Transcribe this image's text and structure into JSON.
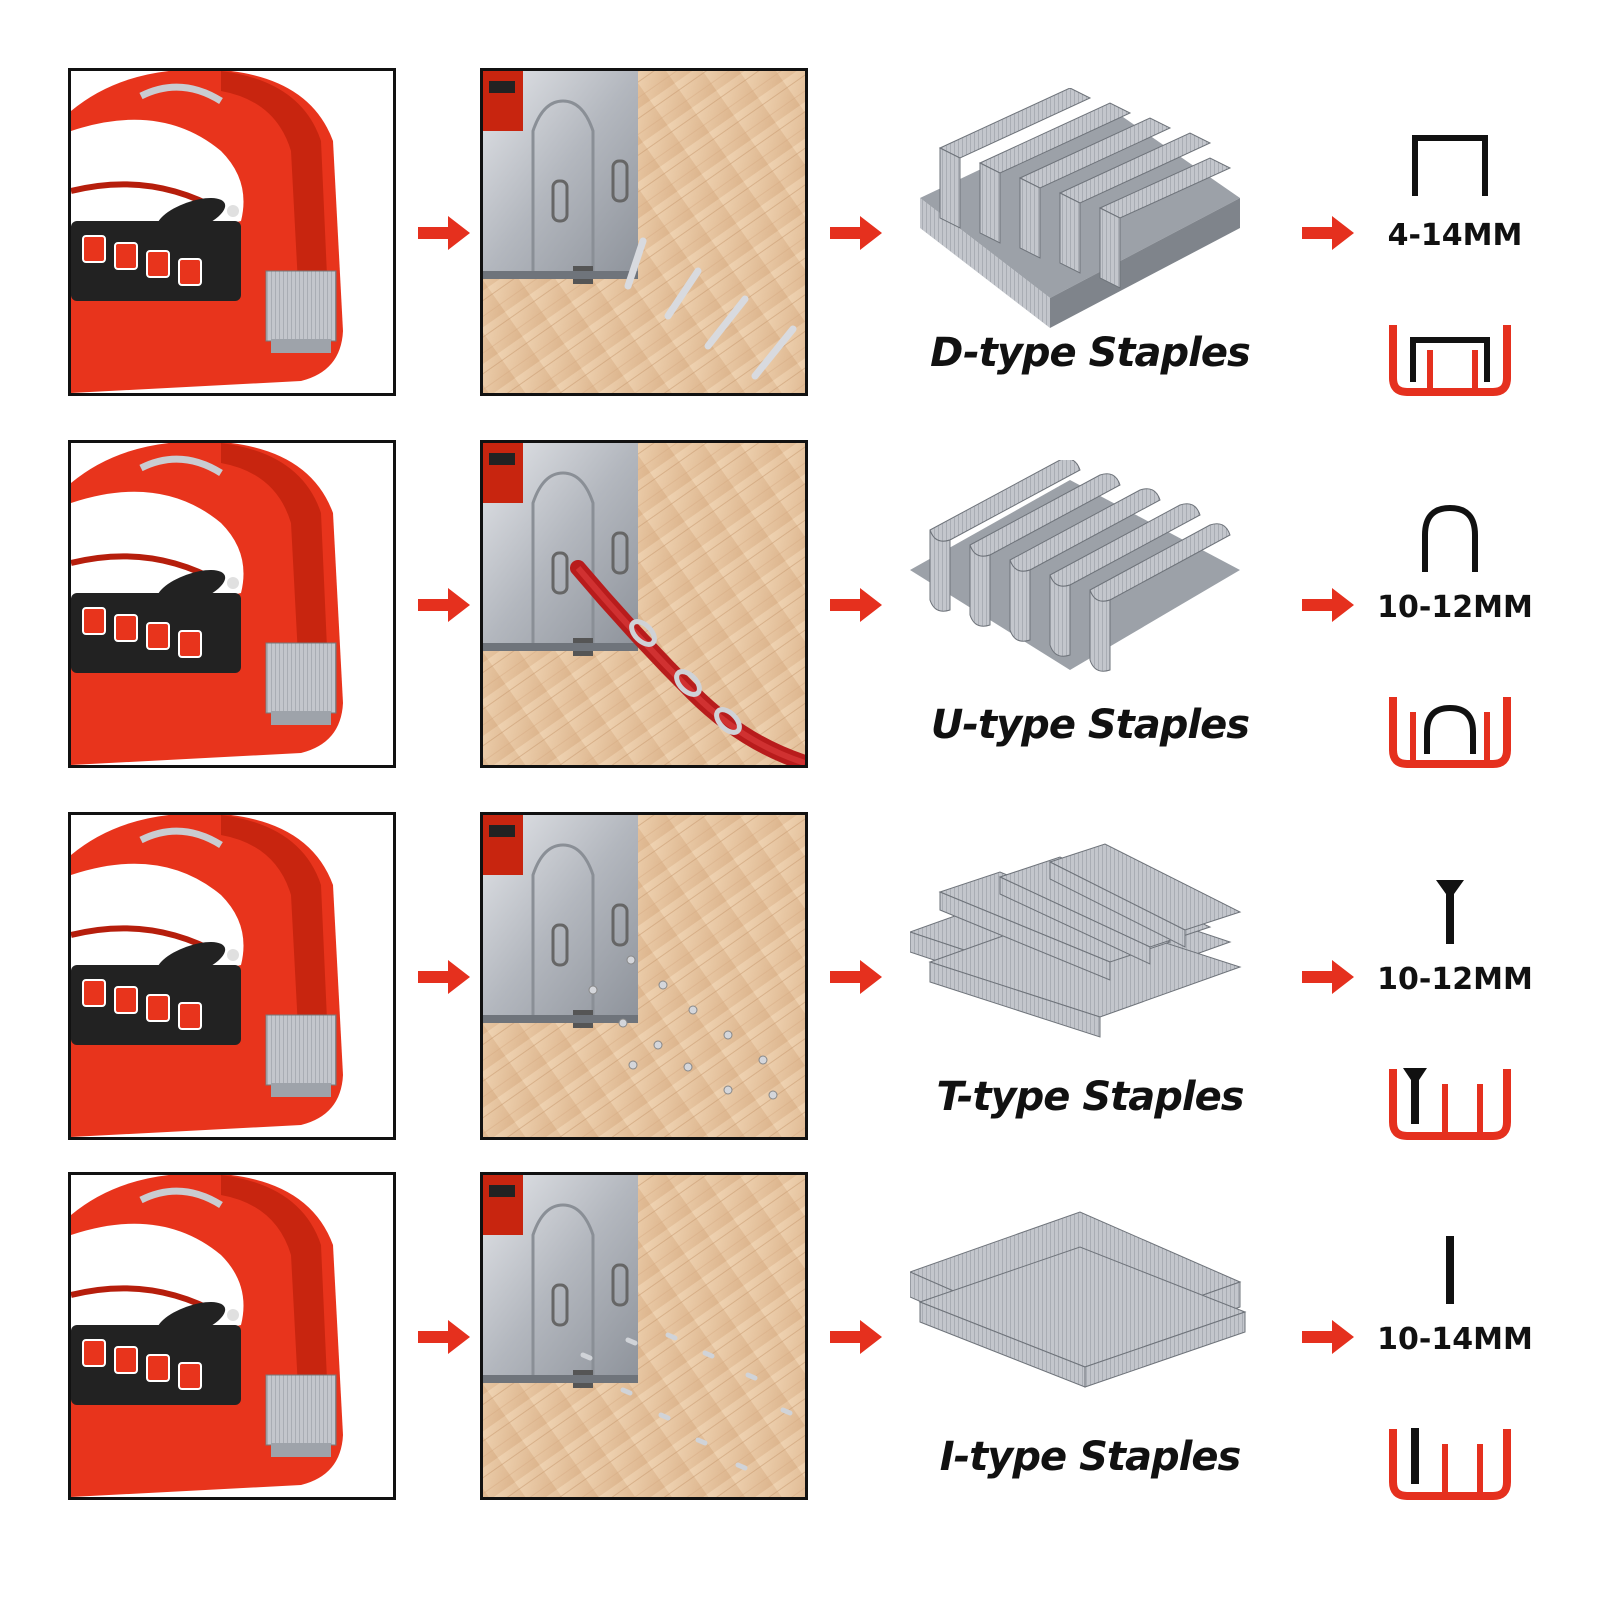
{
  "colors": {
    "accent_red": "#e5301e",
    "stapler_red": "#e8341c",
    "metal": "#b9bcc2",
    "wood": "#e6c4a0",
    "ink": "#111111"
  },
  "rows": [
    {
      "type_label": "D-type Staples",
      "size_label": "4-14MM",
      "staple_shape": "d-staple-icon",
      "mount_icon": "d-staple-mount-icon"
    },
    {
      "type_label": "U-type Staples",
      "size_label": "10-12MM",
      "staple_shape": "u-staple-icon",
      "mount_icon": "u-staple-mount-icon"
    },
    {
      "type_label": "T-type Staples",
      "size_label": "10-12MM",
      "staple_shape": "t-nail-icon",
      "mount_icon": "t-nail-mount-icon"
    },
    {
      "type_label": "I-type Staples",
      "size_label": "10-14MM",
      "staple_shape": "i-brad-icon",
      "mount_icon": "i-brad-mount-icon"
    }
  ]
}
